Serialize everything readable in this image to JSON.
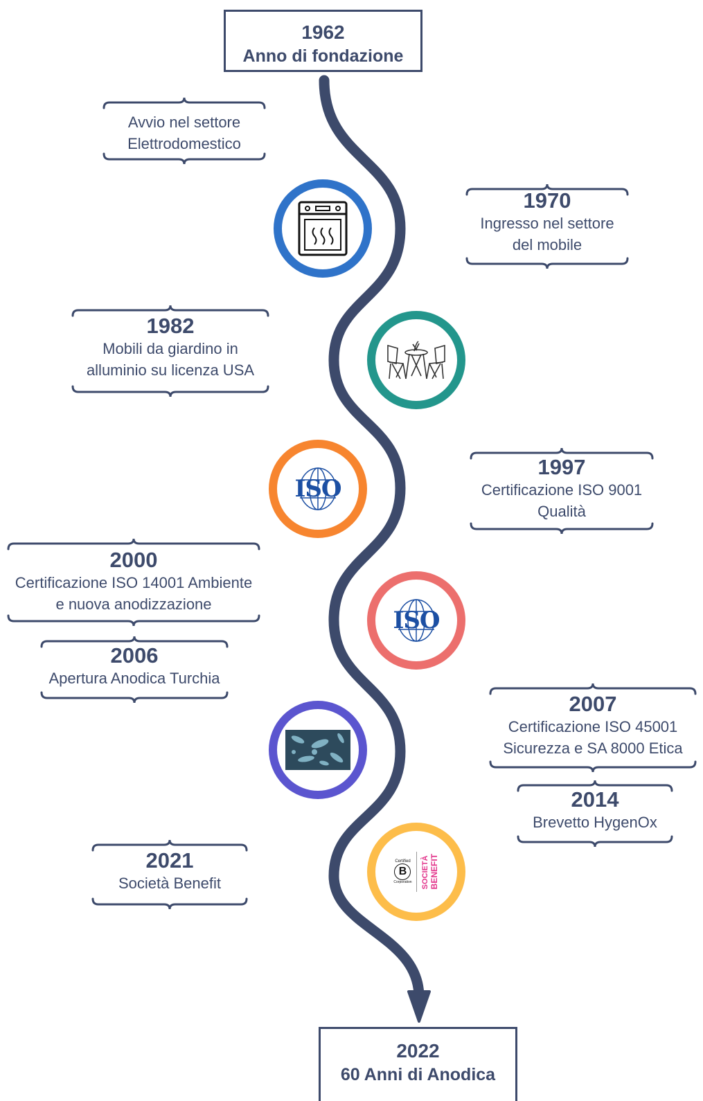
{
  "start": {
    "year": "1962",
    "title": "Anno di fondazione"
  },
  "end": {
    "year": "2022",
    "title": "60 Anni di Anodica"
  },
  "events": [
    {
      "year": "",
      "desc": "Avvio nel settore\nElettrodomestico"
    },
    {
      "year": "1970",
      "desc": "Ingresso nel settore\ndel mobile"
    },
    {
      "year": "1982",
      "desc": "Mobili da giardino in\nalluminio su licenza USA"
    },
    {
      "year": "1997",
      "desc": "Certificazione ISO 9001\nQualità"
    },
    {
      "year": "2000",
      "desc": "Certificazione ISO 14001 Ambiente\ne nuova anodizzazione"
    },
    {
      "year": "2006",
      "desc": "Apertura Anodica Turchia"
    },
    {
      "year": "2007",
      "desc": "Certificazione ISO 45001\nSicurezza e SA 8000 Etica"
    },
    {
      "year": "2014",
      "desc": "Brevetto HygenOx"
    },
    {
      "year": "2021",
      "desc": "Società Benefit"
    }
  ],
  "icons": [
    {
      "name": "oven-icon",
      "color": "#2f73c9"
    },
    {
      "name": "garden-furniture-icon",
      "color": "#23968c"
    },
    {
      "name": "iso-logo-icon",
      "color": "#f7852f",
      "label": "ISO"
    },
    {
      "name": "iso-logo-icon",
      "color": "#ec6f6d",
      "label": "ISO"
    },
    {
      "name": "bacteria-image-icon",
      "color": "#5b55cf"
    },
    {
      "name": "b-corp-societa-benefit-logo-icon",
      "color": "#fdbd4a",
      "certified": "Certified",
      "b": "B",
      "corporation": "Corporation",
      "societa": "SOCIETÀ",
      "benefit": "BENEFIT"
    }
  ],
  "colors": {
    "line": "#3d4a6b"
  }
}
